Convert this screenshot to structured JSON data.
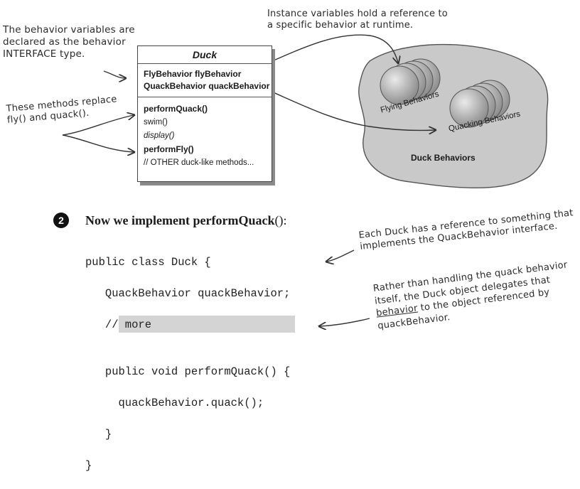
{
  "notes": {
    "behavior_vars": [
      "The behavior variables are",
      "declared as the behavior",
      "INTERFACE type."
    ],
    "methods_replace": [
      "These methods replace",
      "fly() and quack()."
    ],
    "instance_vars": [
      "Instance variables hold a reference to",
      "a specific behavior at runtime."
    ],
    "each_duck": [
      "Each Duck has a reference to something that",
      "implements the QuackBehavior interface."
    ],
    "delegates": {
      "line1": "Rather than handling the quack behavior",
      "line2": "itself, the Duck object delegates that",
      "line3_underlined": "behavior",
      "line3_rest": " to the object referenced by",
      "line4": "quackBehavior."
    }
  },
  "uml": {
    "class_name": "Duck",
    "fields": [
      "FlyBehavior  flyBehavior",
      "QuackBehavior  quackBehavior"
    ],
    "methods": [
      {
        "text": "performQuack()",
        "style": "bold"
      },
      {
        "text": "swim()",
        "style": "normal"
      },
      {
        "text": "display()",
        "style": "italic"
      },
      {
        "text": "performFly()",
        "style": "bold"
      },
      {
        "text": "// OTHER duck-like methods...",
        "style": "normal"
      }
    ]
  },
  "blob": {
    "title": "Duck Behaviors",
    "flying_label": "Flying Behaviors",
    "quacking_label": "Quacking Behaviors"
  },
  "step": {
    "number": "2",
    "heading_bold": "Now we implement performQuack",
    "heading_tail": "():"
  },
  "code": {
    "lines": [
      "public class Duck {",
      "   QuackBehavior quackBehavior;",
      "   // more",
      "",
      "   public void performQuack() {",
      "     quackBehavior.quack();",
      "   }",
      "}"
    ]
  },
  "colors": {
    "blob_fill": "#c9c9c9",
    "sphere": "#b5b5b5",
    "highlight": "#d4d4d4"
  }
}
